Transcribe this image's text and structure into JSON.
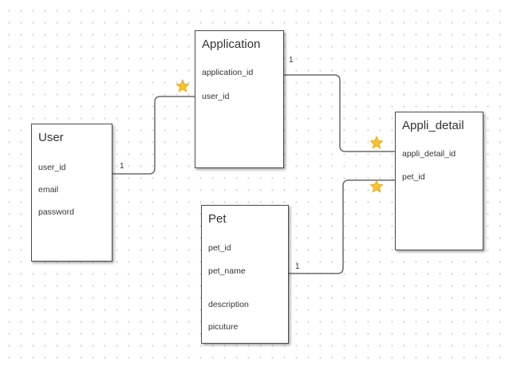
{
  "diagram": {
    "entities": {
      "application": {
        "name": "Application",
        "fields": [
          "application_id",
          "user_id"
        ]
      },
      "user": {
        "name": "User",
        "fields": [
          "user_id",
          "email",
          "password"
        ]
      },
      "appli_detail": {
        "name": "Appli_detail",
        "fields": [
          "appli_detail_id",
          "pet_id"
        ]
      },
      "pet": {
        "name": "Pet",
        "fields": [
          "pet_id",
          "pet_name",
          "description",
          "picuture"
        ]
      }
    },
    "relationships": [
      {
        "from": "user.user_id",
        "to": "application.user_id",
        "from_cardinality": "1",
        "to_cardinality": "many"
      },
      {
        "from": "application.application_id",
        "to": "appli_detail.appli_detail_id",
        "from_cardinality": "1",
        "to_cardinality": "many"
      },
      {
        "from": "pet.pet_name",
        "to": "appli_detail.pet_id",
        "from_cardinality": "1",
        "to_cardinality": "many"
      }
    ],
    "cardinality_one_label": "1",
    "colors": {
      "box_border": "#4a4a4a",
      "connector": "#6b6b6b",
      "star_fill": "#f3c433",
      "star_stroke": "#d9a01c",
      "grid_dot": "#d4d4d4"
    }
  }
}
